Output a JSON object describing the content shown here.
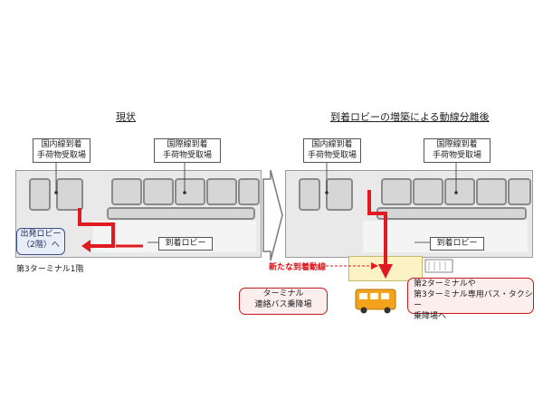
{
  "left": {
    "title": "現状",
    "domestic": [
      "国内線到着",
      "手荷物受取場"
    ],
    "international": [
      "国際線到着",
      "手荷物受取場"
    ],
    "arrival_lobby": "到着ロビー",
    "departure": [
      "出発ロビー",
      "（2階）へ"
    ],
    "floor": "第3ターミナル1階"
  },
  "right": {
    "title": "到着ロビーの増築による動線分離後",
    "domestic": [
      "国内線到着",
      "手荷物受取場"
    ],
    "international": [
      "国際線到着",
      "手荷物受取場"
    ],
    "arrival_lobby": "到着ロビー",
    "new_route": "新たな到着動線",
    "bus_stop": [
      "ターミナル",
      "連絡バス乗降場"
    ],
    "destination": [
      "第2ターミナルや",
      "第3ターミナル専用バス・タクシー",
      "乗降場へ"
    ]
  },
  "colors": {
    "route": "#e01a1f",
    "bus": "#f3a21c",
    "new_area": "#fbf3c4"
  }
}
